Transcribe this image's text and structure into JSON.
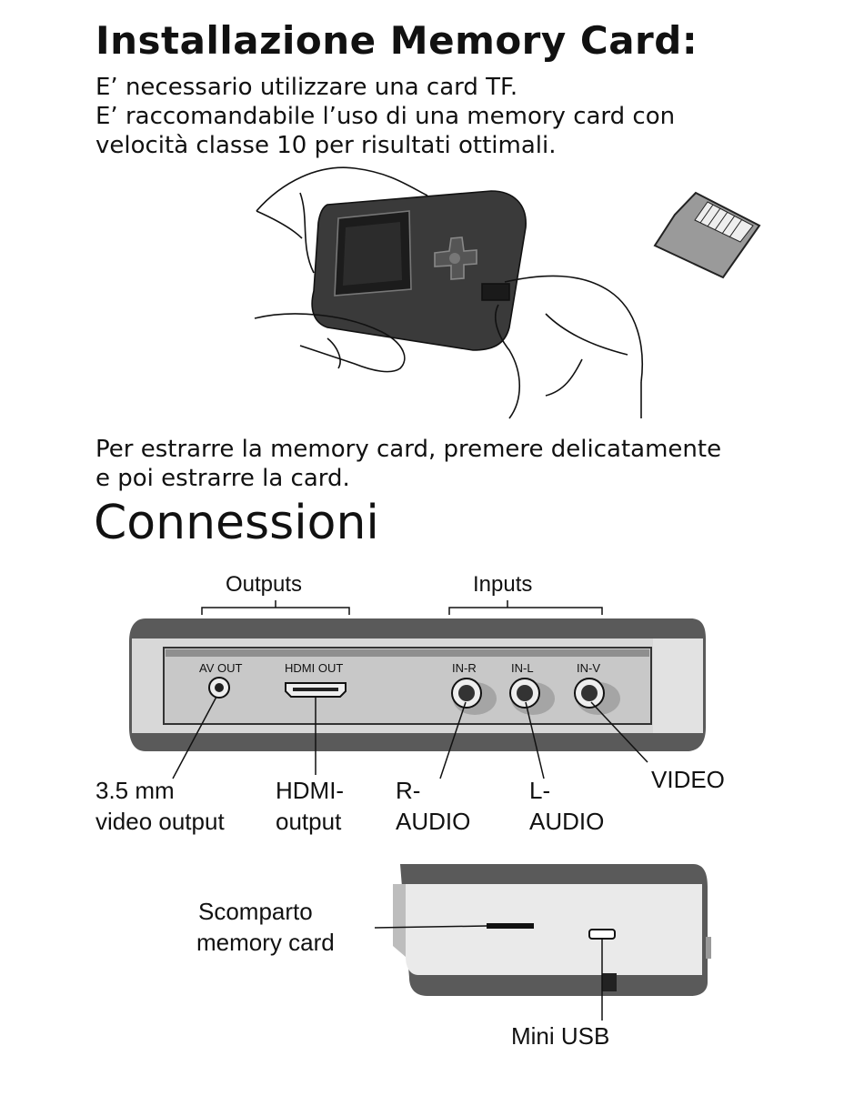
{
  "section1": {
    "title": "Installazione Memory Card:",
    "lines": [
      "E’ necessario utilizzare una card TF.",
      "E’ raccomandabile l’uso di una memory card con",
      "velocità classe 10 per risultati ottimali."
    ],
    "remove_lines": [
      "Per estrarre la memory card, premere delicatamente",
      "e poi estrarre la card."
    ]
  },
  "section2": {
    "title": "Connessioni",
    "groups": {
      "outputs": "Outputs",
      "inputs": "Inputs"
    },
    "panel_ports": {
      "av_out": "AV OUT",
      "hdmi_out": "HDMI OUT",
      "in_r": "IN-R",
      "in_l": "IN-L",
      "in_v": "IN-V"
    },
    "callouts": {
      "av": [
        "3.5 mm",
        "video output"
      ],
      "hdmi": [
        "HDMI-",
        "output"
      ],
      "r_audio": [
        "R-",
        "AUDIO"
      ],
      "l_audio": [
        "L-",
        "AUDIO"
      ],
      "video": "VIDEO",
      "slot": [
        "Scomparto",
        "memory card"
      ],
      "usb": "Mini USB"
    }
  },
  "colors": {
    "panel_dark": "#5a5a5a",
    "panel_light": "#cfcfcf",
    "ink": "#111111"
  }
}
